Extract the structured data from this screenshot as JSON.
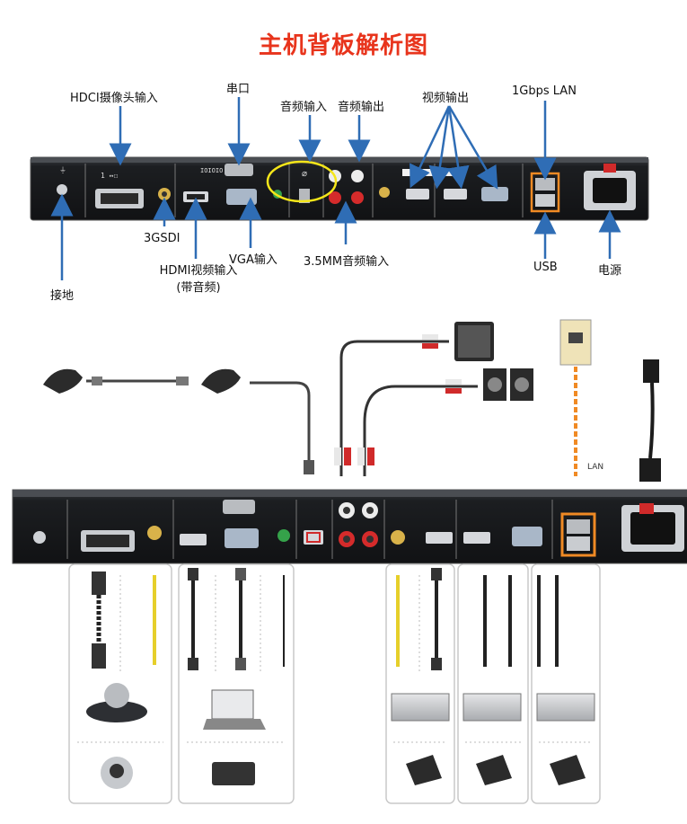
{
  "title": "主机背板解析图",
  "labels": {
    "hdci": "HDCI摄像头输入",
    "serial": "串口",
    "audio_in": "音频输入",
    "audio_out": "音频输出",
    "video_out": "视频输出",
    "lan": "1Gbps LAN",
    "sdi": "3GSDI",
    "hdmi_line1": "HDMI视频输入",
    "hdmi_line2": "(带音频)",
    "vga": "VGA输入",
    "mm35": "3.5MM音频输入",
    "usb": "USB",
    "power": "电源",
    "ground": "接地"
  },
  "lan_tag": "LAN",
  "colors": {
    "title": "#e8341c",
    "arrow": "#2f6db5",
    "highlight": "#f5e61a",
    "lan_box": "#f08a24"
  }
}
